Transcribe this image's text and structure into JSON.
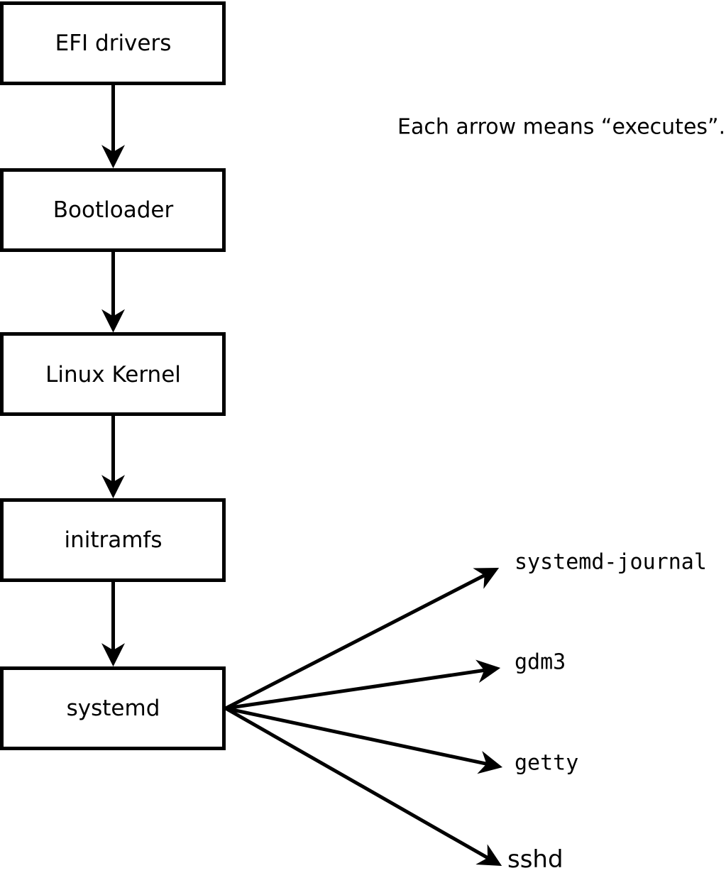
{
  "note": "Each arrow means “executes”.",
  "boot_chain": [
    {
      "id": "efi-drivers",
      "label": "EFI drivers"
    },
    {
      "id": "bootloader",
      "label": "Bootloader"
    },
    {
      "id": "linux-kernel",
      "label": "Linux Kernel"
    },
    {
      "id": "initramfs",
      "label": "initramfs"
    },
    {
      "id": "systemd",
      "label": "systemd"
    }
  ],
  "spawned_processes": [
    {
      "id": "systemd-journal",
      "label": "systemd-journal"
    },
    {
      "id": "gdm3",
      "label": "gdm3"
    },
    {
      "id": "getty",
      "label": "getty"
    },
    {
      "id": "sshd",
      "label": "sshd"
    }
  ],
  "colors": {
    "stroke": "#000000",
    "box_fill": "#ffffff",
    "background": "#ffffff",
    "text": "#000000"
  }
}
